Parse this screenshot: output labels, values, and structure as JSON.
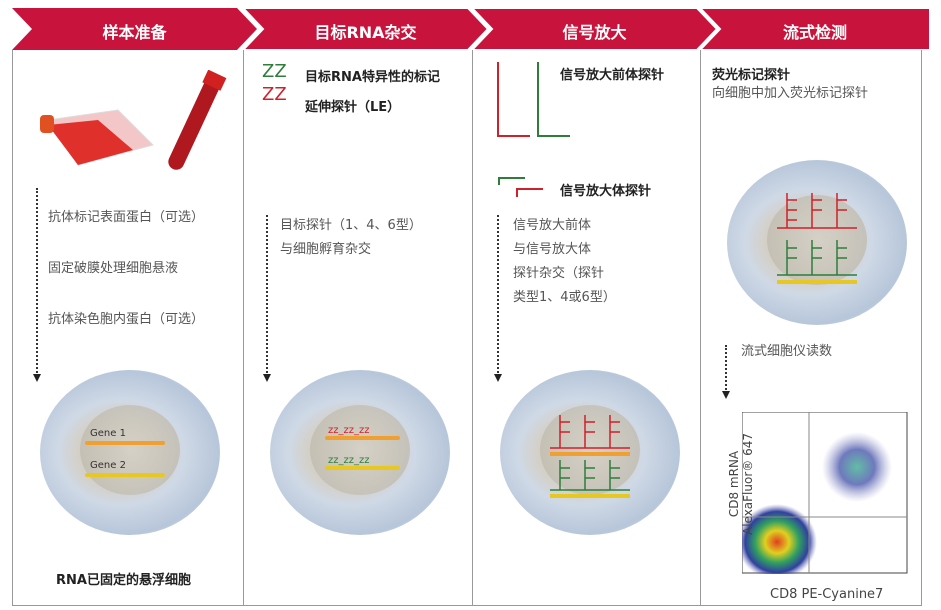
{
  "colors": {
    "header": "#c8143c",
    "green": "#2e7d3a",
    "red": "#d0202a",
    "orange": "#f0a030",
    "yellow": "#e8c820"
  },
  "steps": [
    {
      "title": "样本准备",
      "lines": [
        "抗体标记表面蛋白（可选）",
        "固定破膜处理细胞悬液",
        "抗体染色胞内蛋白（可选）"
      ],
      "gene1": "Gene 1",
      "gene2": "Gene 2",
      "caption": "RNA已固定的悬浮细胞"
    },
    {
      "title": "目标RNA杂交",
      "probe_icon": "ZZ",
      "probe_line1": "目标RNA特异性的标记",
      "probe_line2": "延伸探针（LE）",
      "lines": [
        "目标探针（1、4、6型）",
        "与细胞孵育杂交"
      ]
    },
    {
      "title": "信号放大",
      "preamp": "信号放大前体探针",
      "amp": "信号放大体探针",
      "lines": [
        "信号放大前体",
        "与信号放大体",
        "探针杂交（探针",
        "类型1、4或6型）"
      ]
    },
    {
      "title": "流式检测",
      "label_title": "荧光标记探针",
      "label_desc": "向细胞中加入荧光标记探针",
      "read": "流式细胞仪读数",
      "ylabel1": "CD8 mRNA",
      "ylabel2": "AlexaFluor® 647",
      "xlabel": "CD8 PE-Cyanine7"
    }
  ]
}
